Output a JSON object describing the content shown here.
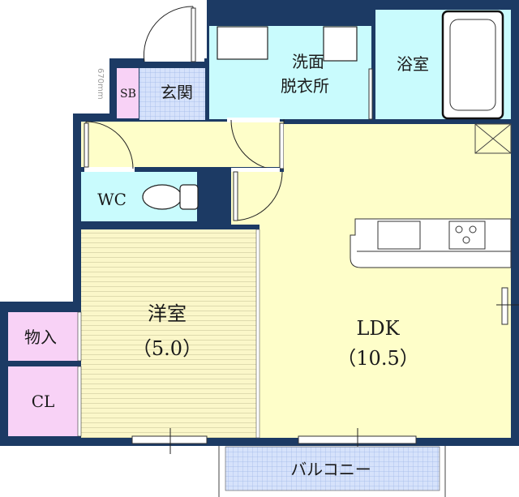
{
  "rooms": {
    "washroom_line1": "洗面",
    "washroom_line2": "脱衣所",
    "bath": "浴室",
    "entrance": "玄関",
    "shoe_box": "SB",
    "toilet": "WC",
    "western_room": "洋室",
    "western_room_size": "（5.0）",
    "ldk": "LDK",
    "ldk_size": "（10.5）",
    "storage": "物入",
    "closet": "CL",
    "balcony": "バルコニー"
  },
  "dimension_note": "670mm",
  "colors": {
    "wall": "#1c3a64",
    "wet_area": "#c9fbfd",
    "living": "#fefec9",
    "storage": "#f8d2f6",
    "entrance": "#d6e2fb"
  }
}
